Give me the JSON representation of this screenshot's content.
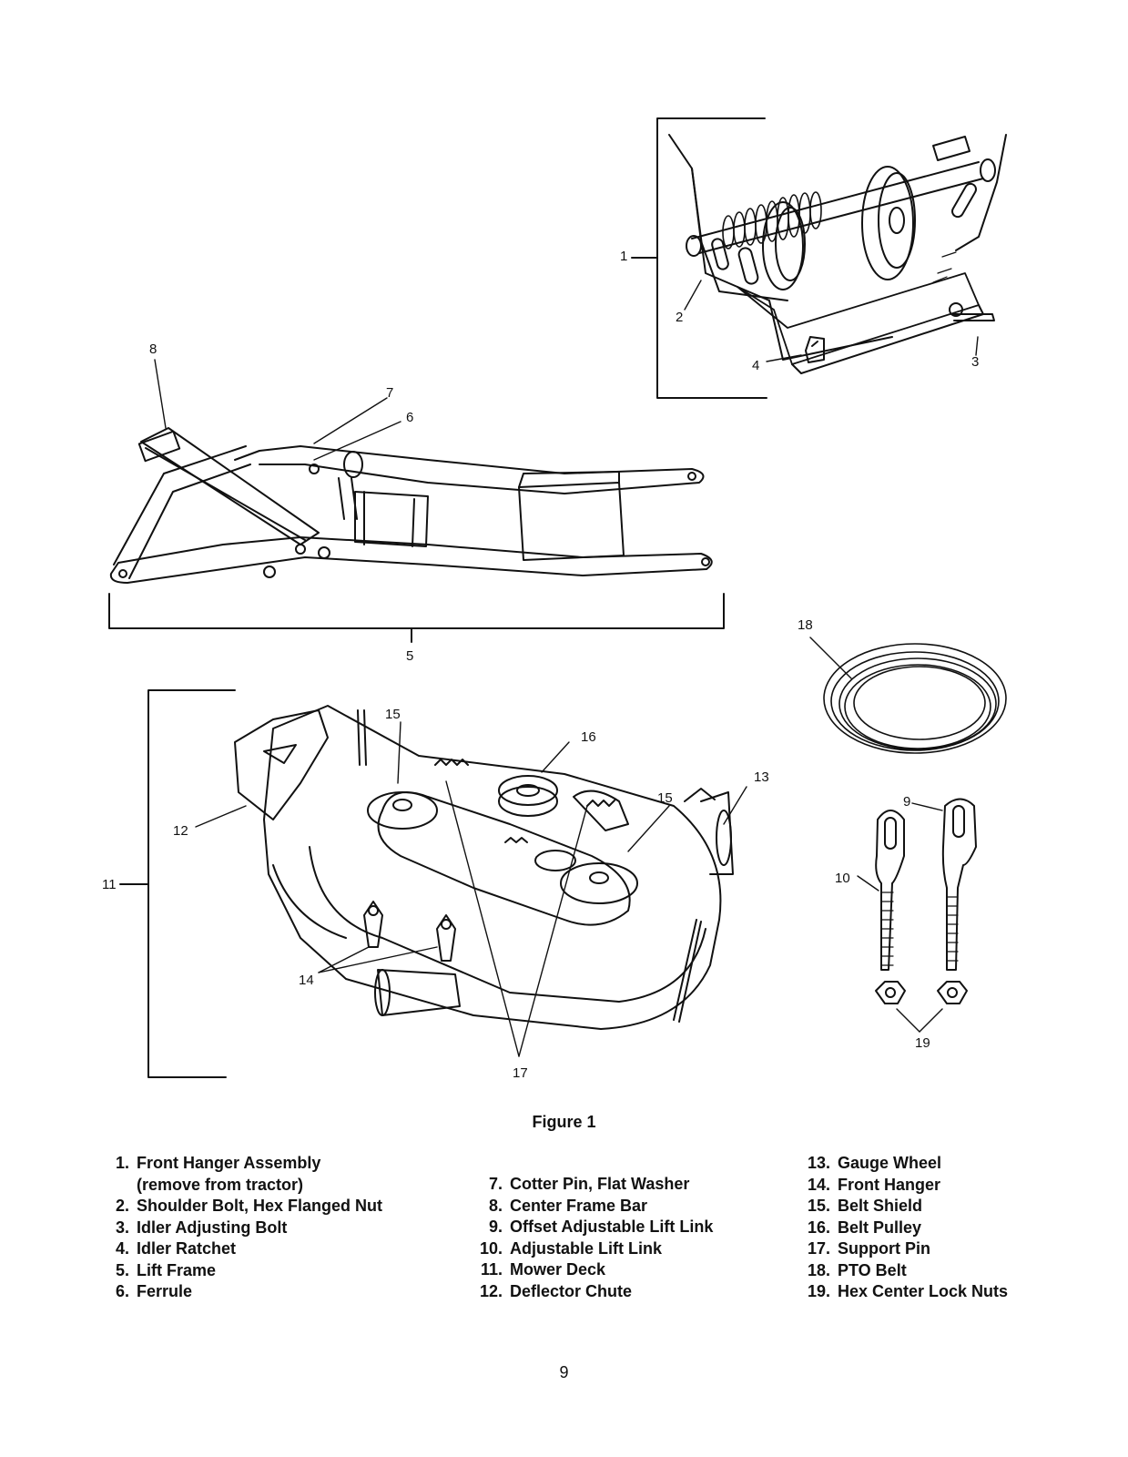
{
  "figure": {
    "caption": "Figure 1",
    "callouts": [
      "1",
      "2",
      "3",
      "4",
      "5",
      "6",
      "7",
      "8",
      "9",
      "10",
      "11",
      "12",
      "13",
      "14",
      "15",
      "16",
      "17",
      "18",
      "19"
    ]
  },
  "legend": {
    "col1": [
      {
        "num": "1.",
        "label": "Front Hanger Assembly",
        "cont": "(remove from tractor)"
      },
      {
        "num": "2.",
        "label": "Shoulder Bolt, Hex Flanged Nut"
      },
      {
        "num": "3.",
        "label": "Idler Adjusting Bolt"
      },
      {
        "num": "4.",
        "label": "Idler Ratchet"
      },
      {
        "num": "5.",
        "label": "Lift Frame"
      },
      {
        "num": "6.",
        "label": "Ferrule"
      }
    ],
    "col2": [
      {
        "num": "7.",
        "label": "Cotter Pin, Flat Washer"
      },
      {
        "num": "8.",
        "label": "Center Frame Bar"
      },
      {
        "num": "9.",
        "label": "Offset Adjustable Lift Link"
      },
      {
        "num": "10.",
        "label": "Adjustable Lift Link"
      },
      {
        "num": "11.",
        "label": "Mower Deck"
      },
      {
        "num": "12.",
        "label": "Deflector Chute"
      }
    ],
    "col3": [
      {
        "num": "13.",
        "label": "Gauge Wheel"
      },
      {
        "num": "14.",
        "label": "Front Hanger"
      },
      {
        "num": "15.",
        "label": "Belt Shield"
      },
      {
        "num": "16.",
        "label": "Belt Pulley"
      },
      {
        "num": "17.",
        "label": "Support Pin"
      },
      {
        "num": "18.",
        "label": "PTO Belt"
      },
      {
        "num": "19.",
        "label": "Hex Center Lock Nuts"
      }
    ]
  },
  "page_number": "9"
}
